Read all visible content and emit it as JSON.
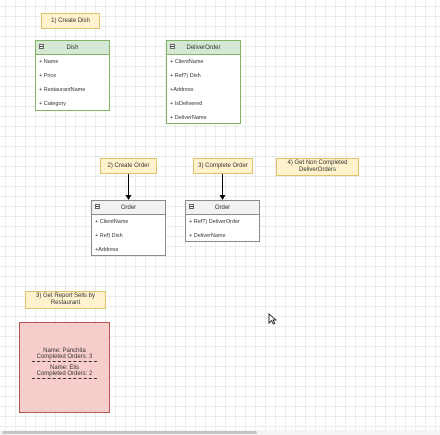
{
  "notes": {
    "create_dish": "1) Create Dish",
    "create_order": "2) Create Order",
    "complete_order": "3) Complete Order",
    "get_non_completed": [
      "4) Get Non Completed",
      "DeliverOrders"
    ],
    "report_sells": [
      "3) Get  Report Sells by",
      "Restaurant"
    ]
  },
  "classes": {
    "dish": {
      "title": "Dish",
      "fields": [
        "+ Name",
        "+ Price",
        "+ RestaurantName",
        "+ Category"
      ]
    },
    "deliver_order": {
      "title": "DeliverOrder",
      "fields": [
        "+ ClientName",
        "+ Ref?) Dish",
        "+Address",
        "+ IsDelivered",
        "+ DeliverName"
      ]
    },
    "order_create": {
      "title": "Order",
      "fields": [
        "+ ClientName",
        "+ Ref) Dish",
        "+Address"
      ]
    },
    "order_complete": {
      "title": "Order",
      "fields": [
        "+ Ref?) DeliverOrder",
        "+ DeliverName"
      ]
    }
  },
  "report": {
    "entries": [
      {
        "name": "Name: Panchita",
        "completed": "Completed Orders: 3"
      },
      {
        "name": "Name: Elis",
        "completed": "Completed Orders: 2"
      }
    ]
  },
  "colors": {
    "note_fill": "#fff2cc",
    "class_header_green": "#d5e8d4",
    "class_header_gray": "#f2f2f2",
    "sticky_fill": "#f8cecc"
  }
}
